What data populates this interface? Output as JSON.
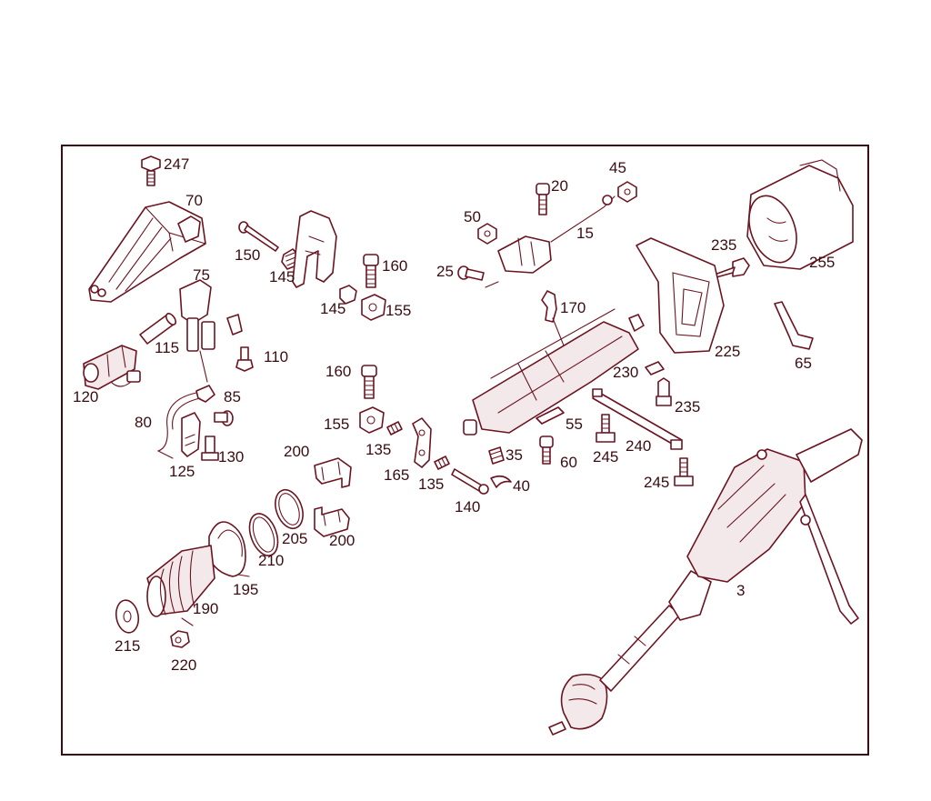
{
  "labels": {
    "l247": "247",
    "l70": "70",
    "l75": "75",
    "l150": "150",
    "l145a": "145",
    "l145b": "145",
    "l160a": "160",
    "l155a": "155",
    "l115": "115",
    "l120": "120",
    "l110": "110",
    "l85": "85",
    "l80": "80",
    "l125": "125",
    "l130": "130",
    "l20": "20",
    "l45": "45",
    "l50": "50",
    "l15": "15",
    "l25": "25",
    "l170": "170",
    "l235a": "235",
    "l255": "255",
    "l225": "225",
    "l65": "65",
    "l230": "230",
    "l235b": "235",
    "l160b": "160",
    "l155b": "155",
    "l135a": "135",
    "l165": "165",
    "l135b": "135",
    "l140": "140",
    "l35": "35",
    "l40": "40",
    "l55": "55",
    "l60": "60",
    "l245a": "245",
    "l240": "240",
    "l245b": "245",
    "l200a": "200",
    "l200b": "200",
    "l205": "205",
    "l210": "210",
    "l195": "195",
    "l190": "190",
    "l215": "215",
    "l220": "220",
    "l3": "3"
  }
}
